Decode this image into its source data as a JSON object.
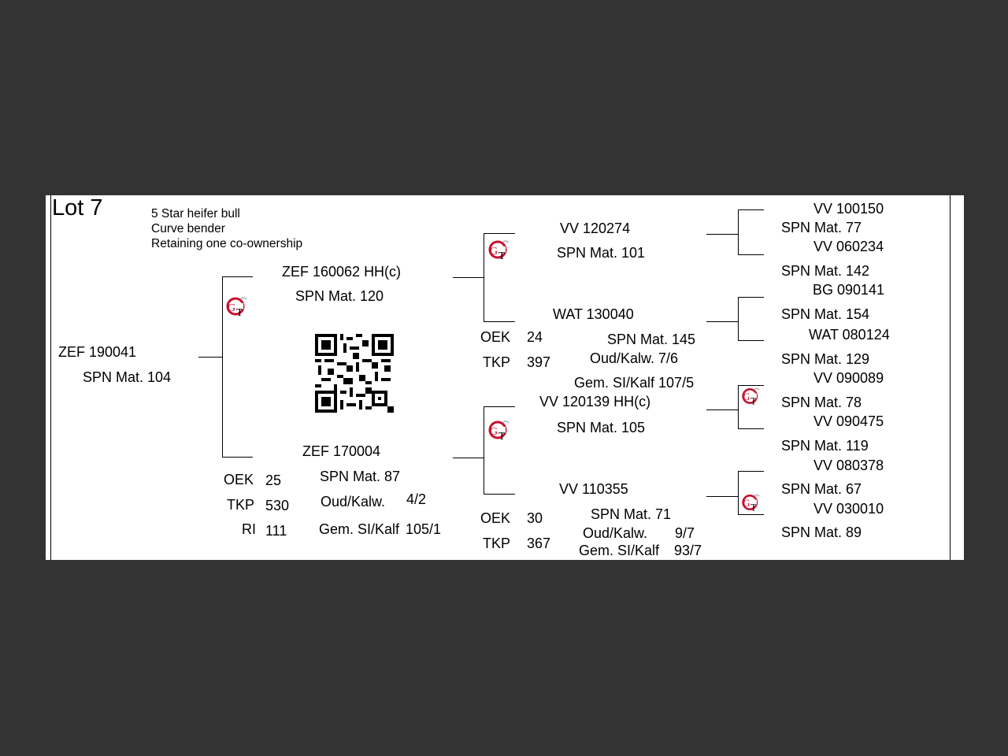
{
  "lot": "Lot 7",
  "notes": [
    "5 Star heifer bull",
    "Curve bender",
    "Retaining one co-ownership"
  ],
  "subject": {
    "id": "ZEF 190041",
    "mat": "SPN Mat. 104"
  },
  "sire": {
    "id": "ZEF 160062  HH(c)",
    "mat": "SPN Mat. 120"
  },
  "dam": {
    "id": "ZEF 170004",
    "mat": "SPN Mat. 87",
    "oek_label": "OEK",
    "oek": "25",
    "tkp_label": "TKP",
    "tkp": "530",
    "ri_label": "RI",
    "ri": "111",
    "oud_label": "Oud/Kalw.",
    "oud": "4/2",
    "gem_label": "Gem. SI/Kalf",
    "gem": "105/1"
  },
  "sire_sire": {
    "id": "VV  120274",
    "mat": "SPN Mat. 101"
  },
  "sire_dam": {
    "id": "WAT 130040",
    "mat": "SPN Mat. 145",
    "oek_label": "OEK",
    "oek": "24",
    "tkp_label": "TKP",
    "tkp": "397",
    "oud": "Oud/Kalw.  7/6",
    "gem": "Gem. SI/Kalf  107/5"
  },
  "dam_sire": {
    "id": "VV  120139  HH(c)",
    "mat": "SPN Mat. 105"
  },
  "dam_dam": {
    "id": "VV  110355",
    "mat": "SPN Mat. 71",
    "oek_label": "OEK",
    "oek": "30",
    "tkp_label": "TKP",
    "tkp": "367",
    "oud_label": "Oud/Kalw.",
    "oud": "9/7",
    "gem_label": "Gem. SI/Kalf",
    "gem": "93/7"
  },
  "gen3": [
    {
      "id": "VV  100150",
      "mat": "SPN Mat. 77"
    },
    {
      "id": "VV  060234",
      "mat": "SPN Mat. 142"
    },
    {
      "id": "BG  090141",
      "mat": "SPN Mat. 154"
    },
    {
      "id": "WAT 080124",
      "mat": "SPN Mat. 129"
    },
    {
      "id": "VV  090089",
      "mat": "SPN Mat. 78"
    },
    {
      "id": "VV  090475",
      "mat": "SPN Mat. 119"
    },
    {
      "id": "VV  080378",
      "mat": "SPN Mat. 67"
    },
    {
      "id": "VV  030010",
      "mat": "SPN Mat. 89"
    }
  ],
  "logo_text": "GT",
  "colors": {
    "background": "#333333",
    "sheet": "#ffffff",
    "logo_red": "#c8102e",
    "text": "#000000"
  }
}
